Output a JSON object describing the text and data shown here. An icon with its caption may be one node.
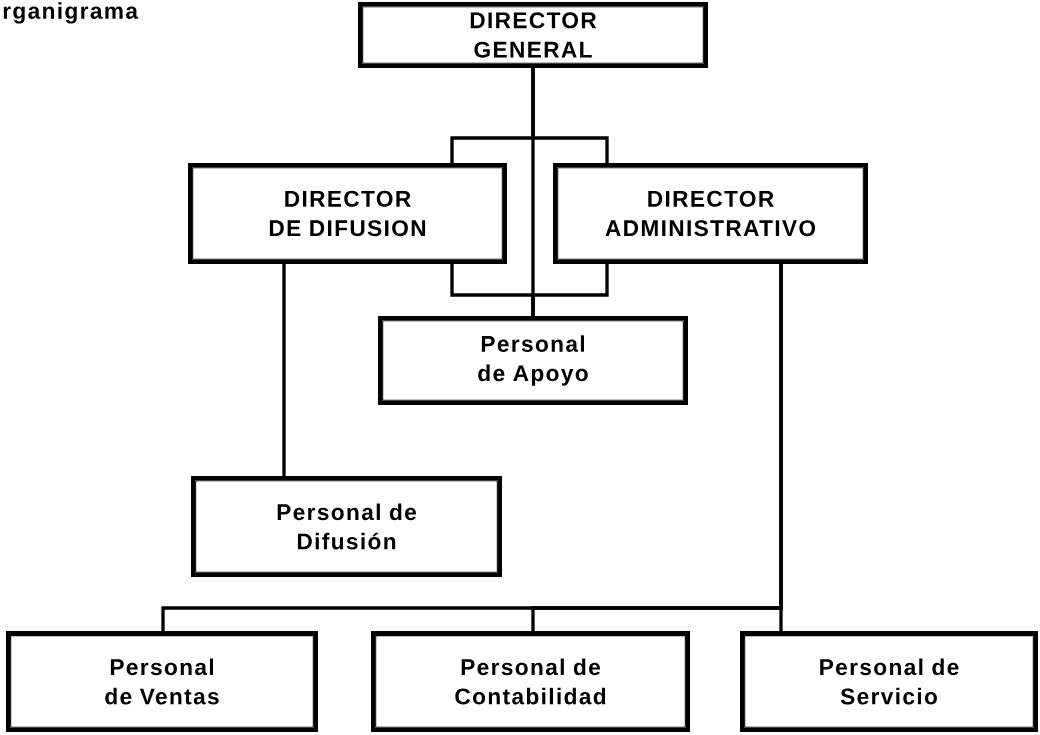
{
  "diagram": {
    "title": "rganigrama",
    "nodes": [
      {
        "text": [
          "DIRECTOR GENERAL"
        ]
      },
      {
        "text": [
          "DIRECTOR DE DIFUSION"
        ]
      },
      {
        "text": [
          "DIRECTOR ADMINISTRATIVO"
        ]
      },
      {
        "text": [
          "Personal de Apoyo"
        ]
      },
      {
        "text": [
          "Personal de Difusión"
        ]
      },
      {
        "text": [
          "Personal de Ventas"
        ]
      },
      {
        "text": [
          "Personal de Contabilidad"
        ]
      },
      {
        "text": [
          "Personal de Servicio"
        ]
      }
    ],
    "edges": [
      {
        "from": 0,
        "to": 1,
        "arrow": "none"
      },
      {
        "from": 0,
        "to": 2,
        "arrow": "none"
      },
      {
        "from": 0,
        "to": 3,
        "arrow": "none"
      },
      {
        "from": 1,
        "to": 3,
        "arrow": "none"
      },
      {
        "from": 2,
        "to": 3,
        "arrow": "none"
      },
      {
        "from": 1,
        "to": 4,
        "arrow": "none"
      },
      {
        "from": 2,
        "to": 5,
        "arrow": "none"
      },
      {
        "from": 2,
        "to": 6,
        "arrow": "none"
      },
      {
        "from": 2,
        "to": 7,
        "arrow": "none"
      }
    ]
  }
}
